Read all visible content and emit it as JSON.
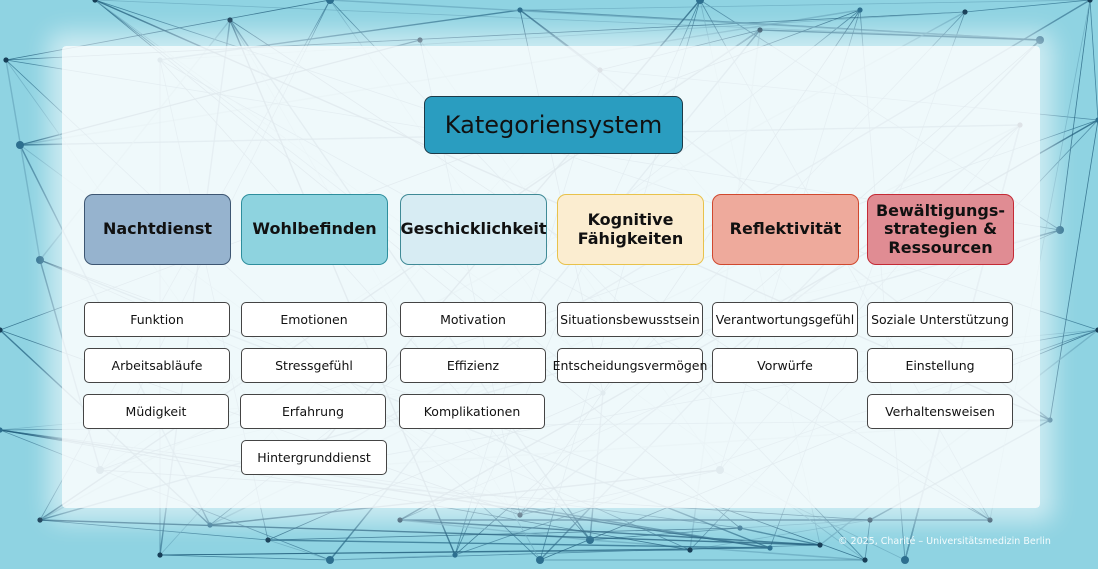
{
  "title": "Kategoriensystem",
  "categories": [
    {
      "label": "Nachtdienst",
      "fill": "#96b3ce",
      "border": "#3d5672",
      "items": [
        "Funktion",
        "Arbeitsabläufe",
        "Müdigkeit"
      ]
    },
    {
      "label": "Wohlbefinden",
      "fill": "#8ed3df",
      "border": "#2e8e9d",
      "items": [
        "Emotionen",
        "Stressgefühl",
        "Erfahrung",
        "Hintergrunddienst"
      ]
    },
    {
      "label": "Geschicklichkeit",
      "fill": "#d7ecf3",
      "border": "#3f8a96",
      "items": [
        "Motivation",
        "Effizienz",
        "Komplikationen"
      ]
    },
    {
      "label": "Kognitive Fähigkeiten",
      "fill": "#fbedd0",
      "border": "#e8c24b",
      "items": [
        "Situationsbewusstsein",
        "Entscheidungsvermögen"
      ]
    },
    {
      "label": "Reflektivität",
      "fill": "#eeaa9c",
      "border": "#d0482e",
      "items": [
        "Verantwortungsgefühl",
        "Vorwürfe"
      ]
    },
    {
      "label": "Bewältigungs-strategien & Ressourcen",
      "fill": "#e08c93",
      "border": "#c42a35",
      "items": [
        "Soziale Unterstützung",
        "Einstellung",
        "Verhaltensweisen"
      ]
    }
  ],
  "footer": "© 2025, Charité – Universitätsmedizin Berlin"
}
